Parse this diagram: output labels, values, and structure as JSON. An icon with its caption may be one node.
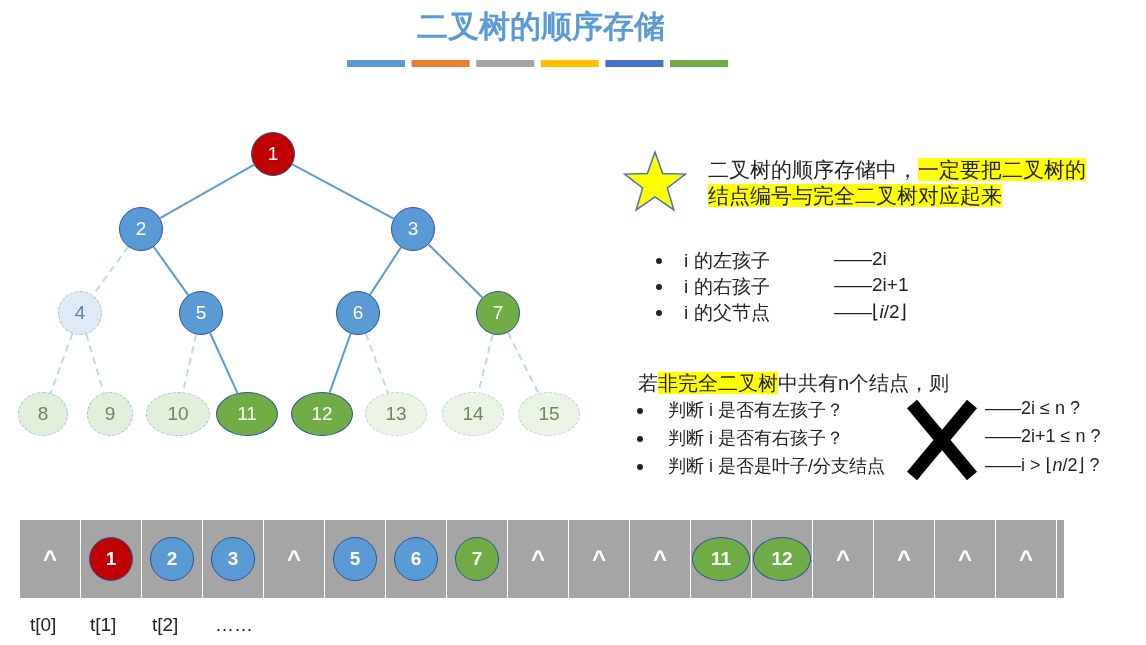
{
  "diagram": {
    "title": "二叉树的顺序存储",
    "nodes": [
      {
        "text": [
          "1"
        ]
      },
      {
        "text": [
          "2"
        ]
      },
      {
        "text": [
          "3"
        ]
      },
      {
        "text": [
          "4"
        ]
      },
      {
        "text": [
          "5"
        ]
      },
      {
        "text": [
          "6"
        ]
      },
      {
        "text": [
          "7"
        ]
      },
      {
        "text": [
          "8"
        ]
      },
      {
        "text": [
          "9"
        ]
      },
      {
        "text": [
          "10"
        ]
      },
      {
        "text": [
          "11"
        ]
      },
      {
        "text": [
          "12"
        ]
      },
      {
        "text": [
          "13"
        ]
      },
      {
        "text": [
          "14"
        ]
      },
      {
        "text": [
          "15"
        ]
      },
      {
        "text": [
          "^"
        ]
      },
      {
        "text": [],
        "shape": "box"
      },
      {
        "text": [
          "1"
        ],
        "in": 16
      },
      {
        "text": [],
        "shape": "box"
      },
      {
        "text": [
          "2"
        ],
        "in": 18
      },
      {
        "text": [],
        "shape": "box"
      },
      {
        "text": [
          "3"
        ],
        "in": 20
      },
      {
        "text": [
          "^"
        ]
      },
      {
        "text": [],
        "shape": "box"
      },
      {
        "text": [
          "5"
        ],
        "in": 23
      },
      {
        "text": [],
        "shape": "box"
      },
      {
        "text": [
          "6"
        ],
        "in": 25
      },
      {
        "text": [],
        "shape": "box"
      },
      {
        "text": [
          "7"
        ],
        "in": 27
      },
      {
        "text": [
          "^"
        ]
      },
      {
        "text": [
          "^"
        ]
      },
      {
        "text": [
          "^"
        ]
      },
      {
        "text": [],
        "shape": "box"
      },
      {
        "text": [
          "11"
        ],
        "in": 32
      },
      {
        "text": [],
        "shape": "box"
      },
      {
        "text": [
          "12"
        ],
        "in": 34
      },
      {
        "text": [
          "^"
        ]
      },
      {
        "text": [
          "^"
        ]
      },
      {
        "text": [
          "^"
        ]
      },
      {
        "text": [
          "^"
        ]
      },
      {
        "text": [],
        "shape": "box"
      }
    ],
    "edges": [
      {
        "from": 0,
        "to": 1,
        "arrow": "none"
      },
      {
        "from": 0,
        "to": 2,
        "arrow": "none"
      },
      {
        "from": 1,
        "to": 3,
        "arrow": "none",
        "style": "dashed",
        "color": "#bdd7ee"
      },
      {
        "from": 1,
        "to": 4,
        "arrow": "none"
      },
      {
        "from": 2,
        "to": 5,
        "arrow": "none"
      },
      {
        "from": 2,
        "to": 6,
        "arrow": "none"
      },
      {
        "from": 3,
        "to": 7,
        "arrow": "none",
        "style": "dashed",
        "color": "#bdd7ee"
      },
      {
        "from": 3,
        "to": 8,
        "arrow": "none",
        "style": "dashed",
        "color": "#bdd7ee"
      },
      {
        "from": 4,
        "to": 9,
        "arrow": "none",
        "style": "dashed",
        "color": "#bdd7ee"
      },
      {
        "from": 4,
        "to": 10,
        "arrow": "none"
      },
      {
        "from": 5,
        "to": 11,
        "arrow": "none"
      },
      {
        "from": 5,
        "to": 12,
        "arrow": "none",
        "style": "dashed",
        "color": "#bdd7ee"
      },
      {
        "from": 6,
        "to": 13,
        "arrow": "none",
        "style": "dashed",
        "color": "#bdd7ee"
      },
      {
        "from": 6,
        "to": 14,
        "arrow": "none",
        "style": "dashed",
        "color": "#bdd7ee"
      }
    ],
    "labels": [
      "二叉树的顺序存储中，",
      "一定要把二叉树的结点编号与完全二叉树对应起来",
      "i 的左孩子",
      "——2i",
      "i 的右孩子",
      "——2i+1",
      "i 的父节点",
      "——⌊*i*/2⌋",
      "若",
      "非完全二叉树",
      "中共有n个结点，则",
      "判断 i 是否有左孩子？",
      "——2i ≤ n ?",
      "判断 i 是否有右孩子？",
      "——2i+1 ≤ n ?",
      "判断 i 是否是叶子/分支结点",
      "——i > ⌊*n*/2⌋ ?",
      "t[0]",
      "t[1]",
      "t[2]",
      "……"
    ]
  }
}
